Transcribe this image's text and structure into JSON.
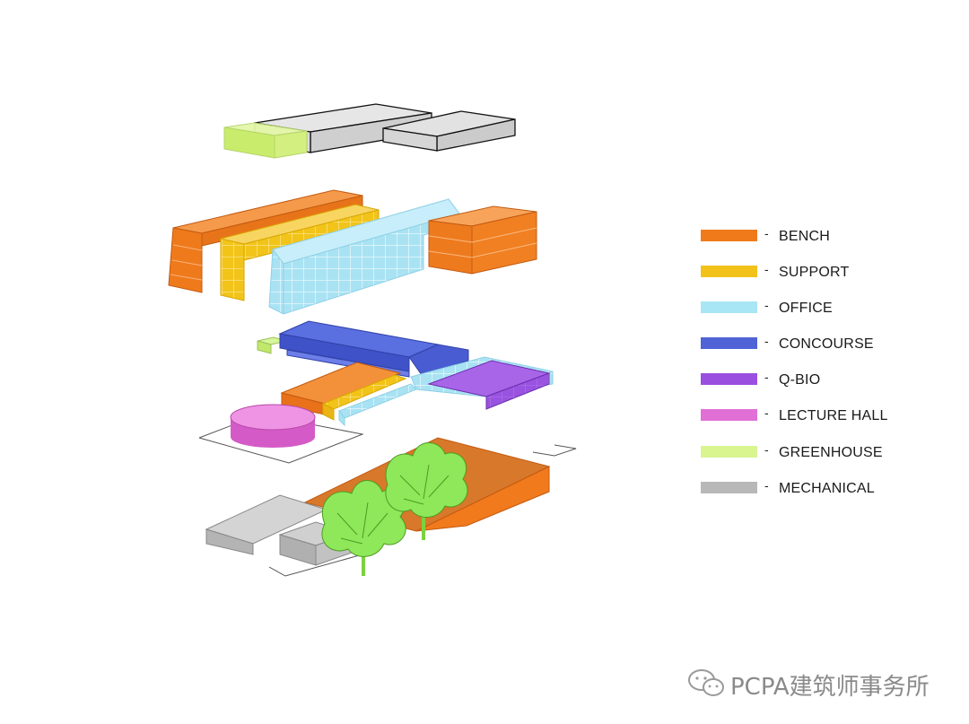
{
  "legend": {
    "items": [
      {
        "label": "BENCH",
        "color": "#f07a1a"
      },
      {
        "label": "SUPPORT",
        "color": "#f2c21a"
      },
      {
        "label": "OFFICE",
        "color": "#a9e6f5"
      },
      {
        "label": "CONCOURSE",
        "color": "#4f63d6"
      },
      {
        "label": "Q-BIO",
        "color": "#9a4fe0"
      },
      {
        "label": "LECTURE HALL",
        "color": "#e06fd6"
      },
      {
        "label": "GREENHOUSE",
        "color": "#d8f590"
      },
      {
        "label": "MECHANICAL",
        "color": "#b8b8b8"
      }
    ],
    "dash": "-"
  },
  "watermark": {
    "text": "PCPA建筑师事务所",
    "icon": "wechat-icon"
  }
}
